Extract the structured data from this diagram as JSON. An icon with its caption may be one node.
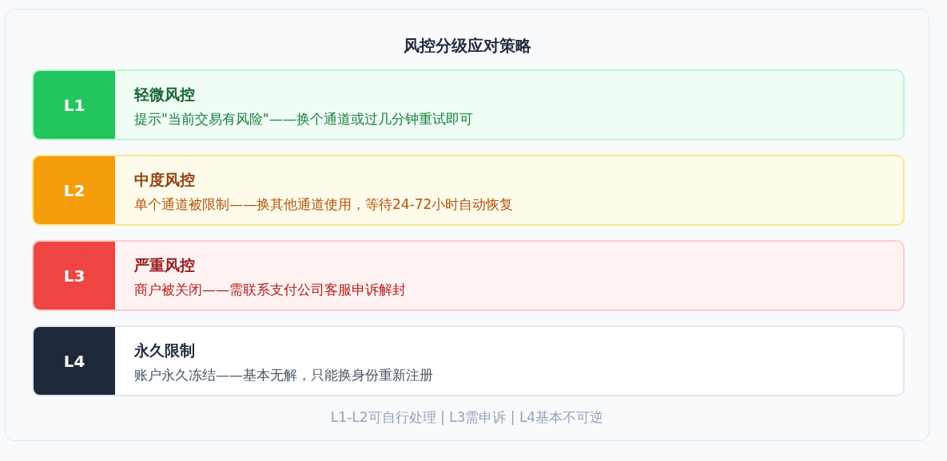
{
  "diagram": {
    "title": "风控分级应对策略",
    "nodes": [
      {
        "text": [
          "L1",
          "轻微风控",
          "提示\"当前交易有风险\"——换个通道或过几分钟重试即可"
        ]
      },
      {
        "text": [
          "L2",
          "中度风控",
          "单个通道被限制——换其他通道使用，等待24-72小时自动恢复"
        ]
      },
      {
        "text": [
          "L3",
          "严重风控",
          "商户被关闭——需联系支付公司客服申诉解封"
        ]
      },
      {
        "text": [
          "L4",
          "永久限制",
          "账户永久冻结——基本无解，只能换身份重新注册"
        ]
      }
    ],
    "caption": "L1-L2可自行处理 | L3需申诉 | L4基本不可逆"
  }
}
